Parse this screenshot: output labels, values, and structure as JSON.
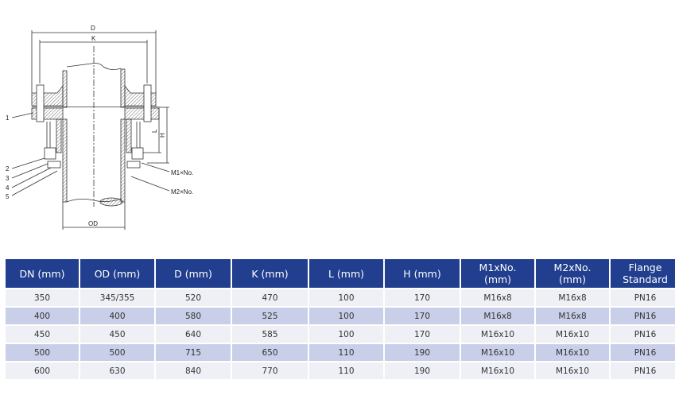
{
  "drawing": {
    "dimension_labels": {
      "D": "D",
      "K": "K",
      "L": "L",
      "H": "H",
      "OD": "OD"
    },
    "part_labels": [
      "1",
      "2",
      "3",
      "4",
      "5"
    ],
    "bolt_labels": {
      "m1": "M1×No.",
      "m2": "M2×No."
    }
  },
  "table": {
    "header_color": "#213f8e",
    "headers": [
      [
        "DN (mm)"
      ],
      [
        "OD (mm)"
      ],
      [
        "D (mm)"
      ],
      [
        "K (mm)"
      ],
      [
        "L (mm)"
      ],
      [
        "H (mm)"
      ],
      [
        "M1xNo.",
        "(mm)"
      ],
      [
        "M2xNo.",
        "(mm)"
      ],
      [
        "Flange",
        "Standard"
      ]
    ],
    "rows": [
      [
        "350",
        "345/355",
        "520",
        "470",
        "100",
        "170",
        "M16x8",
        "M16x8",
        "PN16"
      ],
      [
        "400",
        "400",
        "580",
        "525",
        "100",
        "170",
        "M16x8",
        "M16x8",
        "PN16"
      ],
      [
        "450",
        "450",
        "640",
        "585",
        "100",
        "170",
        "M16x10",
        "M16x10",
        "PN16"
      ],
      [
        "500",
        "500",
        "715",
        "650",
        "110",
        "190",
        "M16x10",
        "M16x10",
        "PN16"
      ],
      [
        "600",
        "630",
        "840",
        "770",
        "110",
        "190",
        "M16x10",
        "M16x10",
        "PN16"
      ]
    ]
  }
}
